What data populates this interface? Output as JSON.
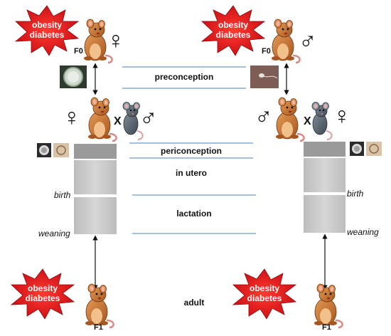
{
  "f0_left": {
    "condition": [
      "obesity",
      "diabetes"
    ],
    "generation": "F0",
    "sex_symbol": "♀",
    "gamete_icon": "oocyte-icon",
    "rat_icon": "rat-icon"
  },
  "f0_right": {
    "condition": [
      "obesity",
      "diabetes"
    ],
    "generation": "F0",
    "sex_symbol": "♂",
    "gamete_icon": "sperm-icon",
    "rat_icon": "rat-icon"
  },
  "cross_left": {
    "left_symbol": "♀",
    "cross": "X",
    "right_symbol": "♂",
    "mouse_icon": "mouse-icon"
  },
  "cross_right": {
    "left_symbol": "♂",
    "cross": "X",
    "right_symbol": "♀",
    "mouse_icon": "mouse-icon"
  },
  "phases": {
    "preconception": "preconception",
    "periconception": "periconception",
    "in_utero": "in utero",
    "lactation": "lactation",
    "adult": "adult"
  },
  "milestones": {
    "birth": "birth",
    "weaning": "weaning"
  },
  "f1_left": {
    "condition": [
      "obesity",
      "diabetes"
    ],
    "generation": "F1"
  },
  "f1_right": {
    "condition": [
      "obesity",
      "diabetes"
    ],
    "generation": "F1"
  },
  "colors": {
    "burst": "#e8141b",
    "timeline_line": "#4a7fc1",
    "bar_dark": "#9a9a9a",
    "bar_light": "#cccccc",
    "rat_fur": "#c8722f",
    "mouse_fur": "#5e6a75"
  }
}
